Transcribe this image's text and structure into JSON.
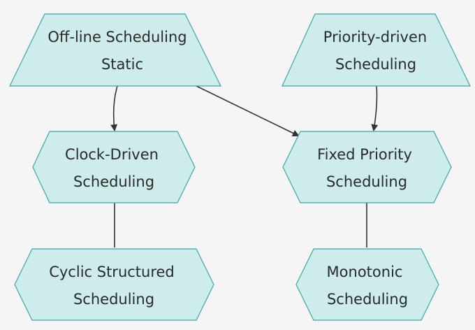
{
  "nodes": {
    "offline": {
      "line1": "Off-line Scheduling",
      "line2": "Static"
    },
    "priority": {
      "line1": "Priority-driven",
      "line2": "Scheduling"
    },
    "clock": {
      "line1": "Clock-Driven",
      "line2": "Scheduling"
    },
    "fixed": {
      "line1": "Fixed Priority",
      "line2": "Scheduling"
    },
    "cyclic": {
      "line1": "Cyclic Structured",
      "line2": "Scheduling"
    },
    "monotonic": {
      "line1": "Monotonic",
      "line2": "Scheduling"
    }
  },
  "colors": {
    "node_fill": "#cdeceb",
    "node_stroke": "#3aa8a8",
    "edge": "#333333",
    "background": "#f4f5f4"
  }
}
